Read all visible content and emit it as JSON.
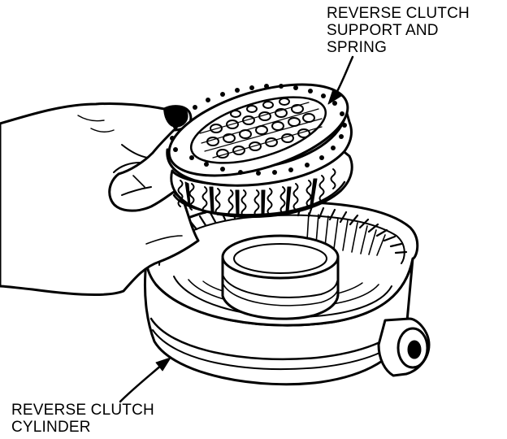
{
  "labels": {
    "reverse_clutch_support_and_spring": [
      "REVERSE CLUTCH",
      "SUPPORT AND",
      "SPRING"
    ],
    "reverse_clutch_cylinder": [
      "REVERSE CLUTCH",
      "CYLINDER"
    ]
  },
  "colors": {
    "ink": "#000000",
    "paper": "#ffffff"
  }
}
